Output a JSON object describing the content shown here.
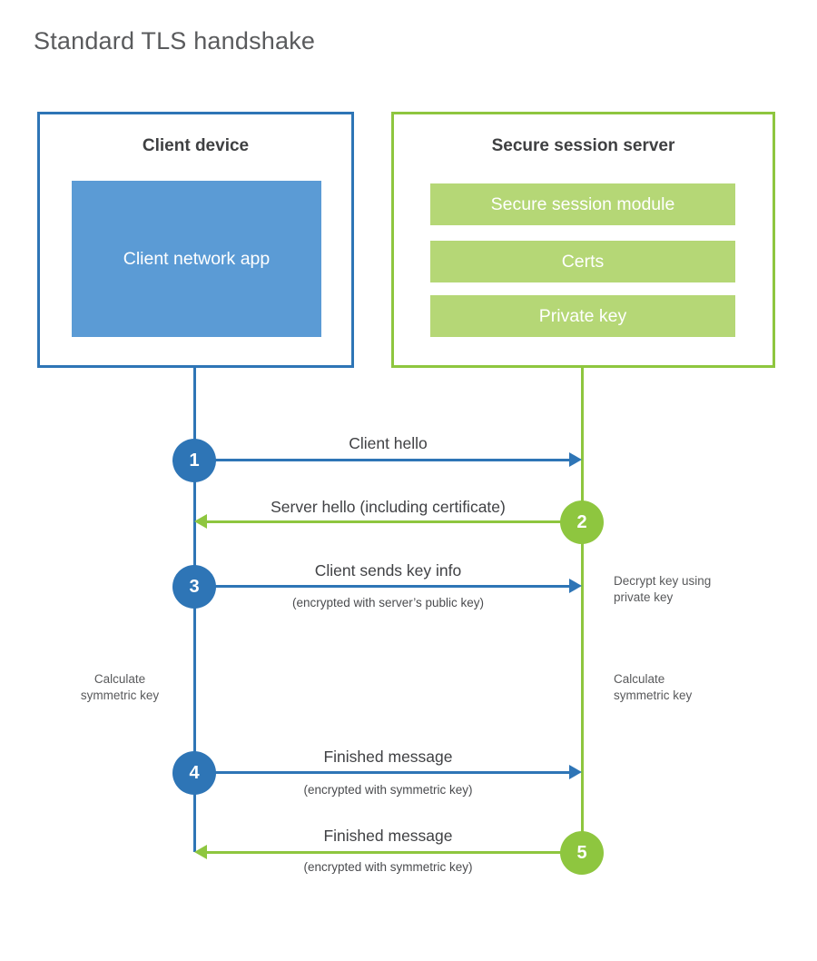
{
  "title": "Standard TLS handshake",
  "colors": {
    "blue": "#2e75b6",
    "blue_light": "#5b9bd5",
    "green": "#8ec63f",
    "green_light": "#b5d776",
    "text_dark": "#3f4042",
    "text_gray": "#58595b"
  },
  "client": {
    "title": "Client device",
    "app_label": "Client network app"
  },
  "server": {
    "title": "Secure session server",
    "modules": [
      {
        "label": "Secure session module"
      },
      {
        "label": "Certs"
      },
      {
        "label": "Private key"
      }
    ]
  },
  "steps": [
    {
      "number": "1",
      "from": "client",
      "to": "server",
      "label": "Client hello",
      "sublabel": ""
    },
    {
      "number": "2",
      "from": "server",
      "to": "client",
      "label": "Server hello (including certificate)",
      "sublabel": ""
    },
    {
      "number": "3",
      "from": "client",
      "to": "server",
      "label": "Client sends key info",
      "sublabel": "(encrypted with server’s public key)"
    },
    {
      "number": "4",
      "from": "client",
      "to": "server",
      "label": "Finished message",
      "sublabel": "(encrypted with symmetric key)"
    },
    {
      "number": "5",
      "from": "server",
      "to": "client",
      "label": "Finished message",
      "sublabel": "(encrypted with symmetric key)"
    }
  ],
  "notes": {
    "decrypt": "Decrypt key using\nprivate key",
    "calc_left": "Calculate\nsymmetric key",
    "calc_right": "Calculate\nsymmetric key"
  }
}
